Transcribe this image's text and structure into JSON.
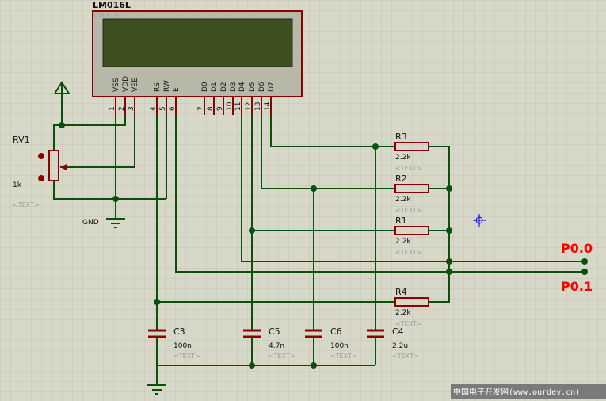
{
  "colors": {
    "background": "#d8d8c8",
    "grid": "#c4c4b4",
    "wire": "#0a4f0a",
    "component": "#8b0000",
    "lcd_frame": "#b8b8a8",
    "lcd_screen": "#3d4f1e",
    "net_label": "#ff0000",
    "marker": "#0000cc"
  },
  "lcd": {
    "name": "LM016L",
    "placeholder": "<TEXT>",
    "pins": [
      {
        "num": "1",
        "name": "VSS"
      },
      {
        "num": "2",
        "name": "VDD"
      },
      {
        "num": "3",
        "name": "VEE"
      },
      {
        "num": "4",
        "name": "RS"
      },
      {
        "num": "5",
        "name": "RW"
      },
      {
        "num": "6",
        "name": "E"
      },
      {
        "num": "7",
        "name": "D0"
      },
      {
        "num": "8",
        "name": "D1"
      },
      {
        "num": "9",
        "name": "D2"
      },
      {
        "num": "10",
        "name": "D3"
      },
      {
        "num": "11",
        "name": "D4"
      },
      {
        "num": "12",
        "name": "D5"
      },
      {
        "num": "13",
        "name": "D6"
      },
      {
        "num": "14",
        "name": "D7"
      }
    ]
  },
  "pot": {
    "ref": "RV1",
    "value": "1k",
    "placeholder": "<TEXT>"
  },
  "gnd_label": "GND",
  "resistors": [
    {
      "ref": "R3",
      "value": "2.2k",
      "placeholder": "<TEXT>"
    },
    {
      "ref": "R2",
      "value": "2.2k",
      "placeholder": "<TEXT>"
    },
    {
      "ref": "R1",
      "value": "2.2k",
      "placeholder": "<TEXT>"
    },
    {
      "ref": "R4",
      "value": "2.2k",
      "placeholder": "<TEXT>"
    }
  ],
  "capacitors": [
    {
      "ref": "C3",
      "value": "100n",
      "placeholder": "<TEXT>"
    },
    {
      "ref": "C5",
      "value": "4.7n",
      "placeholder": "<TEXT>"
    },
    {
      "ref": "C6",
      "value": "100n",
      "placeholder": "<TEXT>"
    },
    {
      "ref": "C4",
      "value": "2.2u",
      "placeholder": "<TEXT>"
    }
  ],
  "net_labels": [
    {
      "text": "P0.0"
    },
    {
      "text": "P0.1"
    }
  ],
  "watermark": "中国电子开发网(www.ourdev.cn)"
}
